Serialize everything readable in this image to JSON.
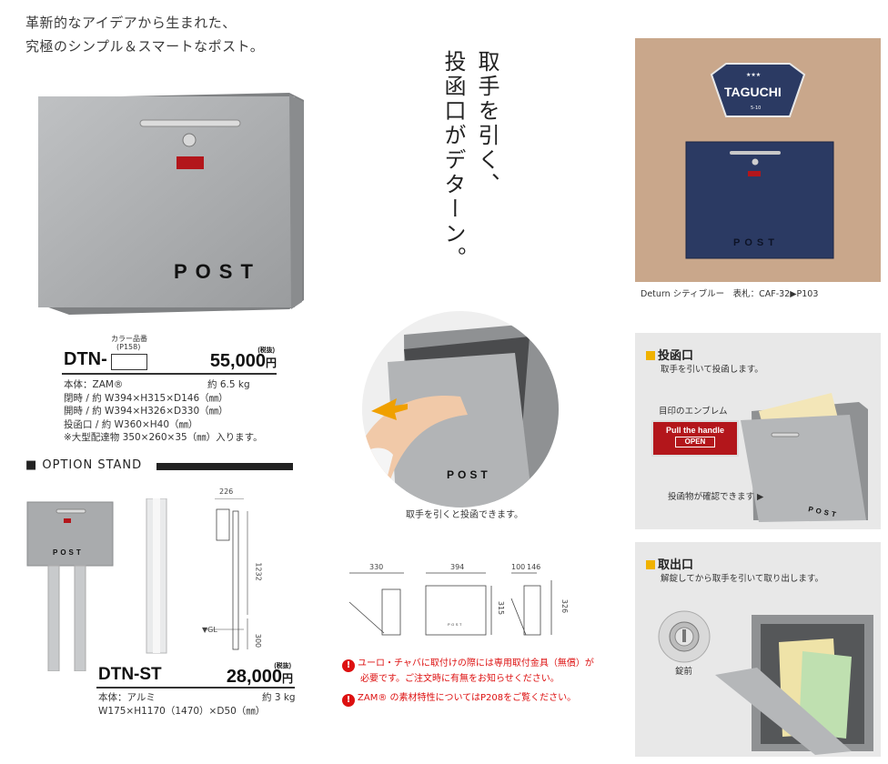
{
  "tagline": {
    "line1": "革新的なアイデアから生まれた、",
    "line2": "究極のシンプル＆スマートなポスト。"
  },
  "headline": {
    "line1": "取手を引く、",
    "line2": "投函口がデターン。"
  },
  "product_main": {
    "post_label": "POST",
    "color_label": "カラー品番",
    "color_page": "(P158)",
    "model": "DTN-",
    "price": "55,000",
    "tax": "(税抜)",
    "yen": "円",
    "spec_material": "本体：ZAM®",
    "spec_weight": "約 6.5 kg",
    "spec_closed": "閉時 / 約 W394×H315×D146（㎜）",
    "spec_open": "開時 / 約 W394×H326×D330（㎜）",
    "spec_slot": "投函口 / 約 W360×H40（㎜）",
    "spec_note": "※大型配達物 350×260×35（㎜）入ります。"
  },
  "option": {
    "title": "■ OPTION STAND",
    "post_label": "POST",
    "dim_226": "226",
    "dim_1232": "1232",
    "dim_300": "300",
    "gl": "▼GL",
    "model": "DTN-ST",
    "price": "28,000",
    "tax": "(税抜)",
    "yen": "円",
    "spec_material": "本体：アルミ",
    "spec_weight": "約 3 kg",
    "spec_size": "W175×H1170（1470）×D50（㎜）"
  },
  "demo": {
    "post_label": "POST",
    "caption": "取手を引くと投函できます。"
  },
  "diagram": {
    "d330": "330",
    "d394": "394",
    "d100": "100",
    "d146": "146",
    "d315": "315",
    "d326": "326",
    "post_label": "POST"
  },
  "notes": {
    "note1_line1": "ユーロ・チャバに取付けの際には専用取付金具（無償）が",
    "note1_line2": "必要です。ご注文時に有無をお知らせください。",
    "note2": "ZAM® の素材特性についてはP208をご覧ください。",
    "warn_mark": "!"
  },
  "photo": {
    "stars": "★★★",
    "sign_name": "TAGUCHI",
    "sign_num": "5-10",
    "post_label": "POST",
    "caption": "Deturn シティブルー　表札：CAF-32▶P103"
  },
  "panel_in": {
    "title": "投函口",
    "desc": "取手を引いて投函します。",
    "emblem_label": "目印のエンブレム",
    "emblem_line1": "Pull the handle",
    "emblem_line2": "OPEN",
    "check": "投函物が確認できます ▶",
    "post_label": "POST"
  },
  "panel_out": {
    "title": "取出口",
    "desc": "解錠してから取手を引いて取り出します。",
    "lock": "錠前"
  },
  "colors": {
    "box_silver": "#a9abad",
    "navy": "#2b3a63",
    "wall": "#c9a78b",
    "accent": "#f0b200",
    "warn_red": "#d11111",
    "emblem_red": "#b3161b"
  }
}
